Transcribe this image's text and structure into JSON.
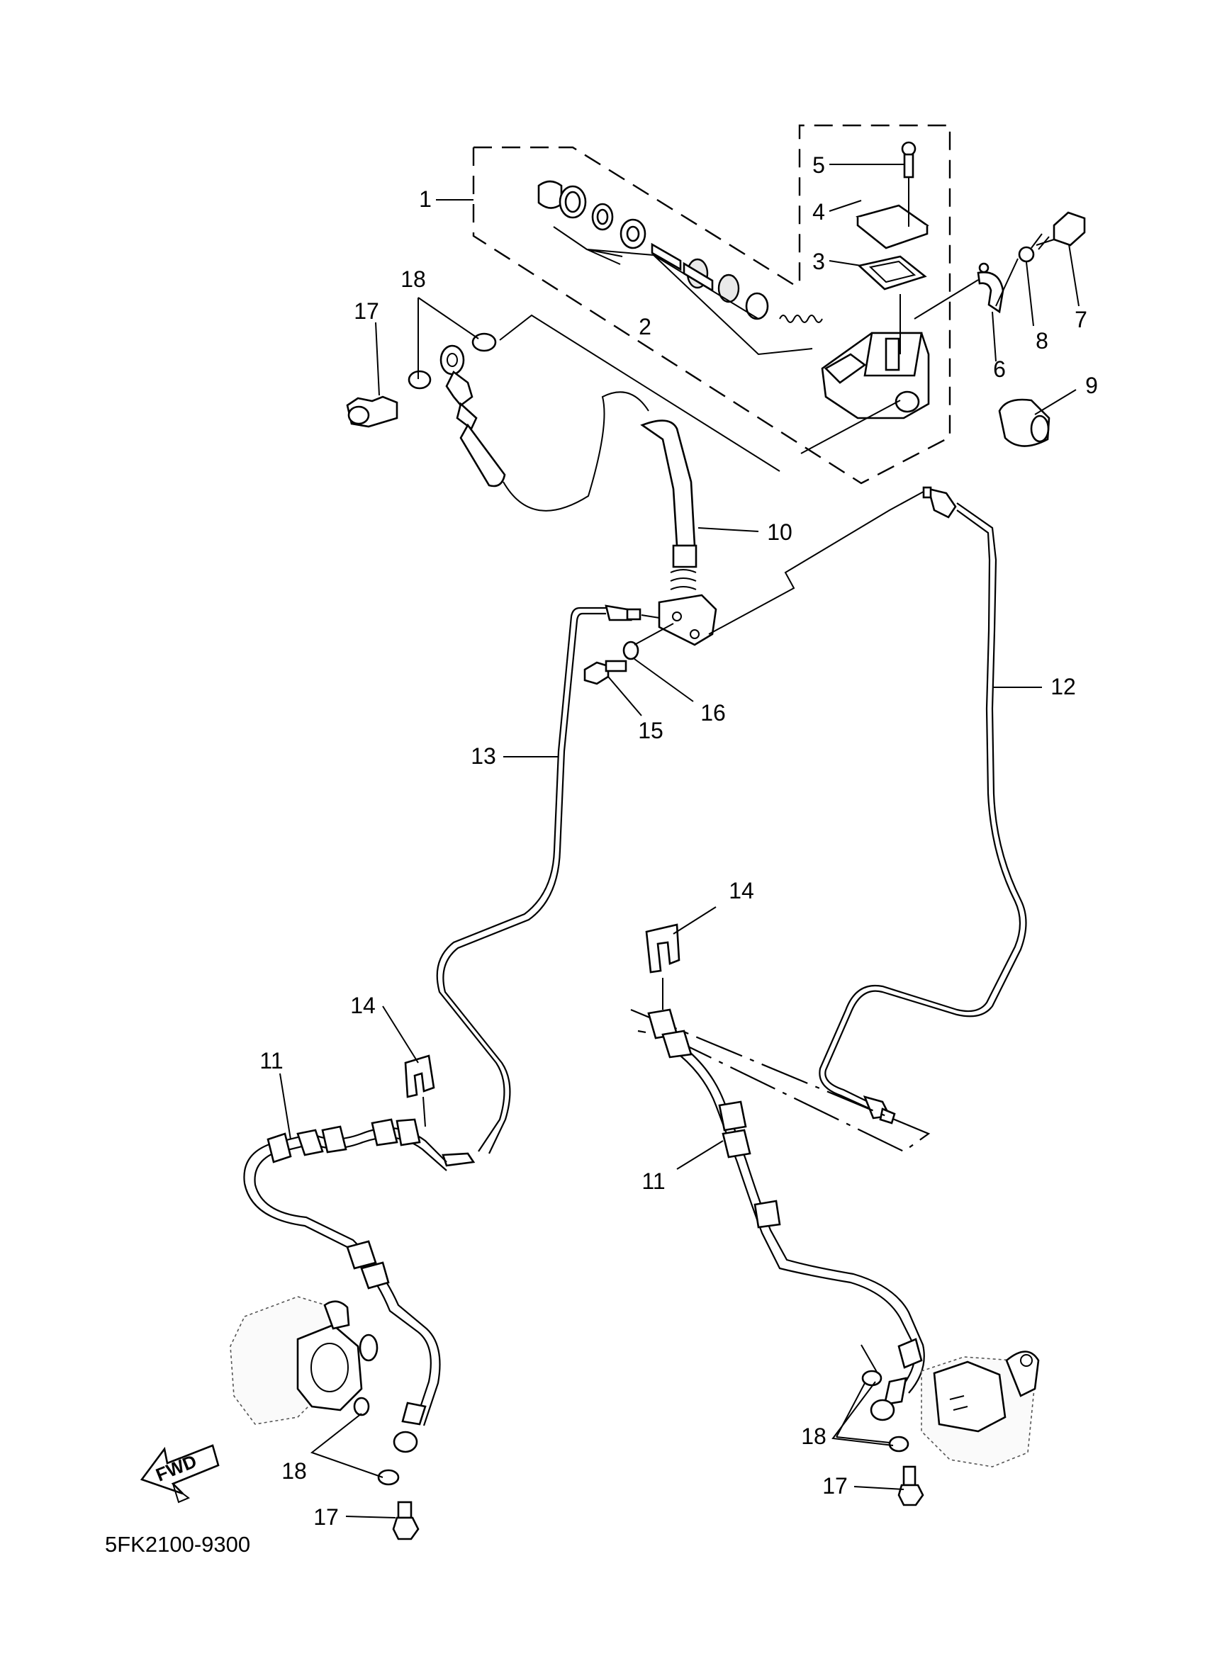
{
  "diagram_code": "5FK2100-9300",
  "fwd_label": "FWD",
  "callouts": {
    "c1": "1",
    "c2": "2",
    "c3": "3",
    "c4": "4",
    "c5": "5",
    "c6": "6",
    "c7": "7",
    "c8": "8",
    "c9": "9",
    "c10": "10",
    "c11a": "11",
    "c11b": "11",
    "c12": "12",
    "c13": "13",
    "c14a": "14",
    "c14b": "14",
    "c15": "15",
    "c16": "16",
    "c17a": "17",
    "c17b": "17",
    "c17c": "17",
    "c18a": "18",
    "c18b": "18",
    "c18c": "18"
  }
}
